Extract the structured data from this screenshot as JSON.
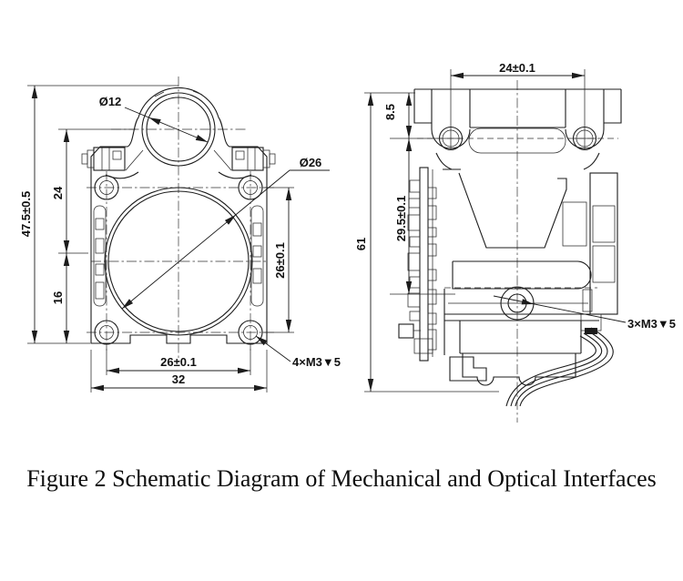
{
  "figure": {
    "caption": "Figure 2 Schematic Diagram of Mechanical and Optical Interfaces"
  },
  "front_view": {
    "description": "front view of rangefinder module with lens apertures and mounting holes",
    "labels": {
      "top_lens_diameter": "Ø12",
      "main_lens_diameter": "Ø26",
      "screw_callout": "4×M3▼5",
      "overall_height": "47.5±0.5",
      "upper_offset": "24",
      "lower_offset": "16",
      "hole_spacing_vertical": "26±0.1",
      "hole_spacing_horizontal": "26±0.1",
      "overall_width": "32"
    }
  },
  "side_view": {
    "description": "side section view with PCB, lens cone, mounting boss and cable bundle",
    "labels": {
      "hole_spacing": "24±0.1",
      "top_to_hole": "8.5",
      "hole_to_base": "29.5±0.1",
      "overall_height": "61",
      "screw_callout": "3×M3▼5"
    }
  },
  "colors": {
    "line": "#1c1c1c",
    "background": "#ffffff"
  }
}
